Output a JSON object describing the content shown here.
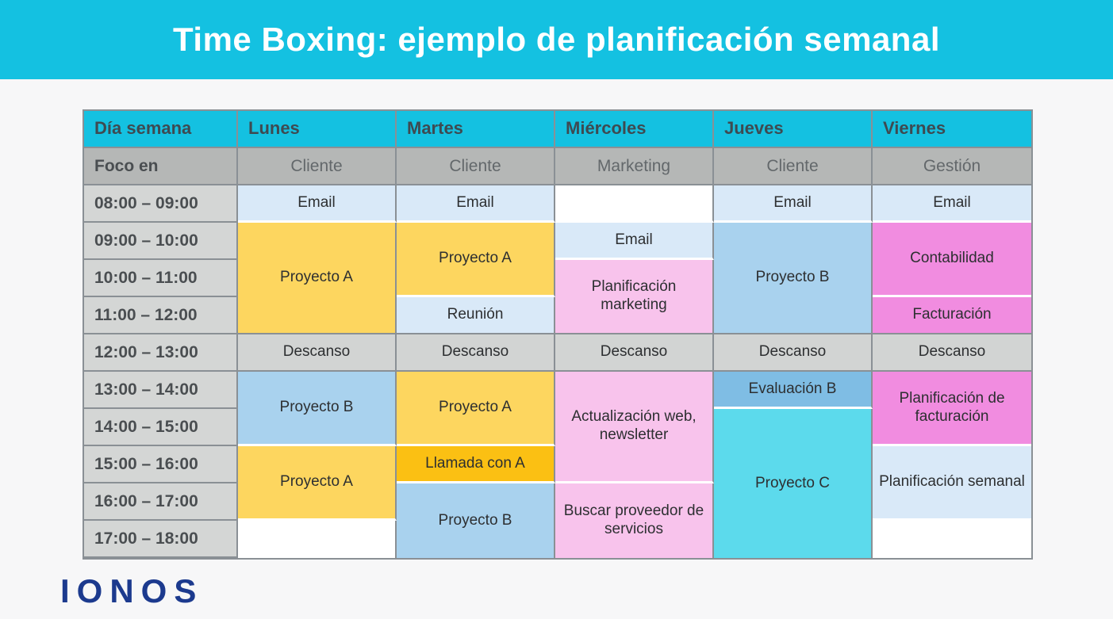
{
  "banner": {
    "title": "Time Boxing: ejemplo de planificación semanal"
  },
  "logo": {
    "text": "IONOS"
  },
  "colors": {
    "banner_cyan": "#14c1e1",
    "header_text": "#3e4a51",
    "gray_focus_row": "#b5b7b6",
    "gray_time_col": "#d4d6d5",
    "gray_descanso": "#d2d4d3",
    "grid_border": "#8a9095",
    "yellow_proyecto_a": "#fdd65f",
    "orange_llamada": "#fbc013",
    "light_blue": "#d9e9f8",
    "medium_blue_proyecto_b": "#a9d2ee",
    "dark_blue_evaluacion": "#7fbde4",
    "cyan_proyecto_c": "#5cdaec",
    "light_pink": "#f8c3ec",
    "hot_pink": "#f18ce0",
    "logo_blue": "#1c3a8e"
  },
  "table": {
    "header": {
      "day_label": "Día semana",
      "days": [
        "Lunes",
        "Martes",
        "Miércoles",
        "Jueves",
        "Viernes"
      ]
    },
    "focus": {
      "label": "Foco en",
      "values": [
        "Cliente",
        "Cliente",
        "Marketing",
        "Cliente",
        "Gestión"
      ]
    },
    "times": [
      "08:00 – 09:00",
      "09:00 – 10:00",
      "10:00 – 11:00",
      "11:00 – 12:00",
      "12:00 – 13:00",
      "13:00 – 14:00",
      "14:00 – 15:00",
      "15:00 – 16:00",
      "16:00 – 17:00",
      "17:00 – 18:00"
    ],
    "cells": {
      "lun_email": "Email",
      "lun_proy_a_am": "Proyecto A",
      "lun_descanso": "Descanso",
      "lun_proy_b": "Proyecto B",
      "lun_proy_a_pm": "Proyecto A",
      "mar_email": "Email",
      "mar_proy_a_am": "Proyecto A",
      "mar_reunion": "Reunión",
      "mar_descanso": "Descanso",
      "mar_proy_a_pm": "Proyecto A",
      "mar_llamada": "Llamada con A",
      "mar_proy_b": "Proyecto B",
      "mie_email": "Email",
      "mie_planif_marketing": "Planificación marketing",
      "mie_descanso": "Descanso",
      "mie_actualizacion": "Actualización web, newsletter",
      "mie_buscar": "Buscar proveedor de servicios",
      "jue_email": "Email",
      "jue_proy_b": "Proyecto B",
      "jue_descanso": "Descanso",
      "jue_evaluacion": "Evaluación B",
      "jue_proy_c": "Proyecto C",
      "vie_email": "Email",
      "vie_contabilidad": "Contabilidad",
      "vie_facturacion": "Facturación",
      "vie_descanso": "Descanso",
      "vie_planif_fact": "Planificación de facturación",
      "vie_planif_semanal": "Planificación semanal"
    }
  },
  "chart_data": {
    "type": "table",
    "title": "Time Boxing: ejemplo de planificación semanal",
    "columns": [
      "Día semana",
      "Lunes",
      "Martes",
      "Miércoles",
      "Jueves",
      "Viernes"
    ],
    "rows": [
      [
        "Foco en",
        "Cliente",
        "Cliente",
        "Marketing",
        "Cliente",
        "Gestión"
      ],
      [
        "08:00 – 09:00",
        "Email",
        "Email",
        "",
        "Email",
        "Email"
      ],
      [
        "09:00 – 10:00",
        "Proyecto A",
        "Proyecto A",
        "Email",
        "Proyecto B",
        "Contabilidad"
      ],
      [
        "10:00 – 11:00",
        "Proyecto A",
        "Proyecto A",
        "Planificación marketing",
        "Proyecto B",
        "Contabilidad"
      ],
      [
        "11:00 – 12:00",
        "Proyecto A",
        "Reunión",
        "Planificación marketing",
        "Proyecto B",
        "Facturación"
      ],
      [
        "12:00 – 13:00",
        "Descanso",
        "Descanso",
        "Descanso",
        "Descanso",
        "Descanso"
      ],
      [
        "13:00 – 14:00",
        "Proyecto B",
        "Proyecto A",
        "Actualización web, newsletter",
        "Evaluación B",
        "Planificación de facturación"
      ],
      [
        "14:00 – 15:00",
        "Proyecto B",
        "Proyecto A",
        "Actualización web, newsletter",
        "Proyecto C",
        "Planificación de facturación"
      ],
      [
        "15:00 – 16:00",
        "Proyecto A",
        "Llamada con A",
        "Actualización web, newsletter",
        "Proyecto C",
        "Planificación semanal"
      ],
      [
        "16:00 – 17:00",
        "Proyecto A",
        "Proyecto B",
        "Buscar proveedor de servicios",
        "Proyecto C",
        "Planificación semanal"
      ],
      [
        "17:00 – 18:00",
        "",
        "Proyecto B",
        "Buscar proveedor de servicios",
        "Proyecto C",
        ""
      ]
    ],
    "legend_colors": {
      "Proyecto A": "#fdd65f",
      "Proyecto B": "#a9d2ee",
      "Proyecto C": "#5cdaec",
      "Evaluación B": "#7fbde4",
      "Email / Reunión / Planificación semanal": "#d9e9f8",
      "Llamada con A": "#fbc013",
      "Marketing tasks": "#f8c3ec",
      "Gestión tasks": "#f18ce0",
      "Descanso": "#d2d4d3"
    }
  }
}
